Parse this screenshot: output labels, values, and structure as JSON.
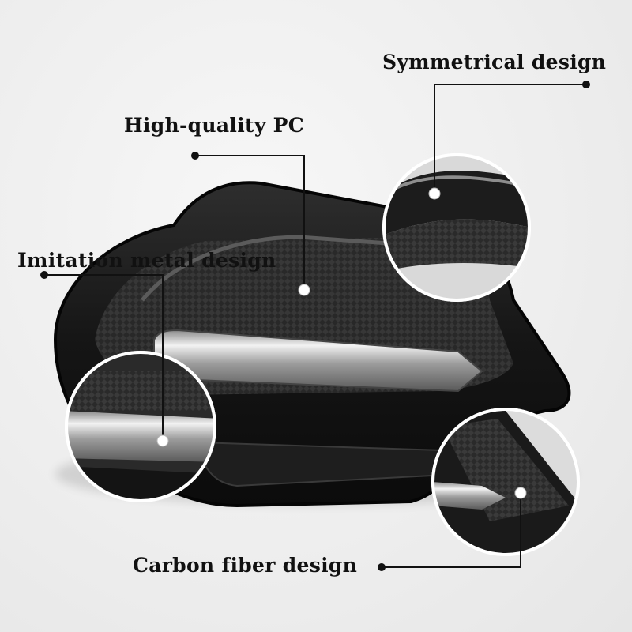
{
  "callouts": {
    "symmetrical": "Symmetrical design",
    "high_quality": "High-quality PC",
    "imitation_metal": "Imitation metal design",
    "carbon_fiber": "Carbon fiber design"
  },
  "colors": {
    "background": "#efefef",
    "shell_dark": "#1a1a1a",
    "chrome": "#c9c9c9",
    "leader_line": "#111111"
  }
}
